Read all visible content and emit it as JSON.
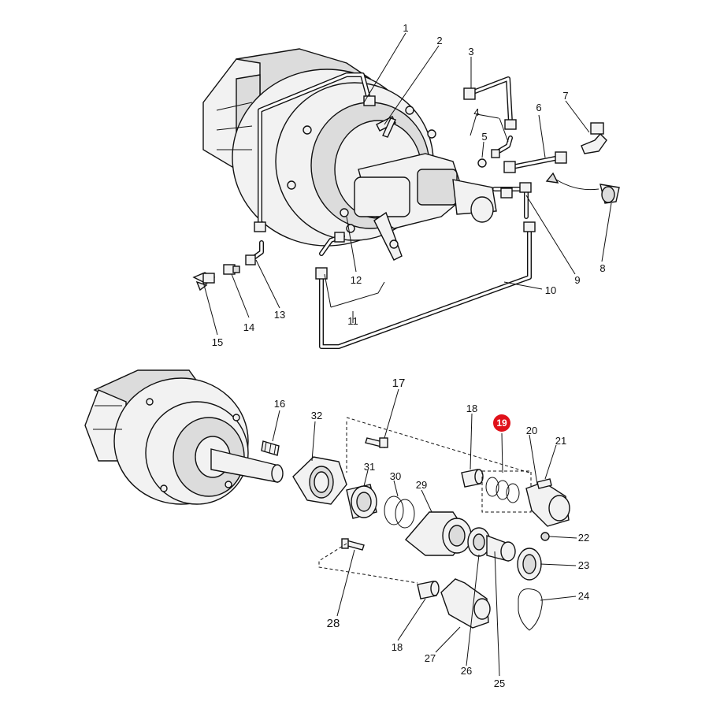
{
  "diagram": {
    "highlight_color": "#e0111a",
    "highlighted_part": "19",
    "callouts": {
      "c1": "1",
      "c2": "2",
      "c3": "3",
      "c4": "4",
      "c5": "5",
      "c6": "6",
      "c7": "7",
      "c8": "8",
      "c9": "9",
      "c10": "10",
      "c11": "11",
      "c12": "12",
      "c13": "13",
      "c14": "14",
      "c15": "15",
      "c16": "16",
      "c17": "17",
      "c18a": "18",
      "c18b": "18",
      "c19": "19",
      "c20": "20",
      "c21": "21",
      "c22": "22",
      "c23": "23",
      "c24": "24",
      "c25": "25",
      "c26": "26",
      "c27": "27",
      "c28": "28",
      "c29": "29",
      "c30": "30",
      "c31": "31",
      "c32": "32"
    }
  }
}
